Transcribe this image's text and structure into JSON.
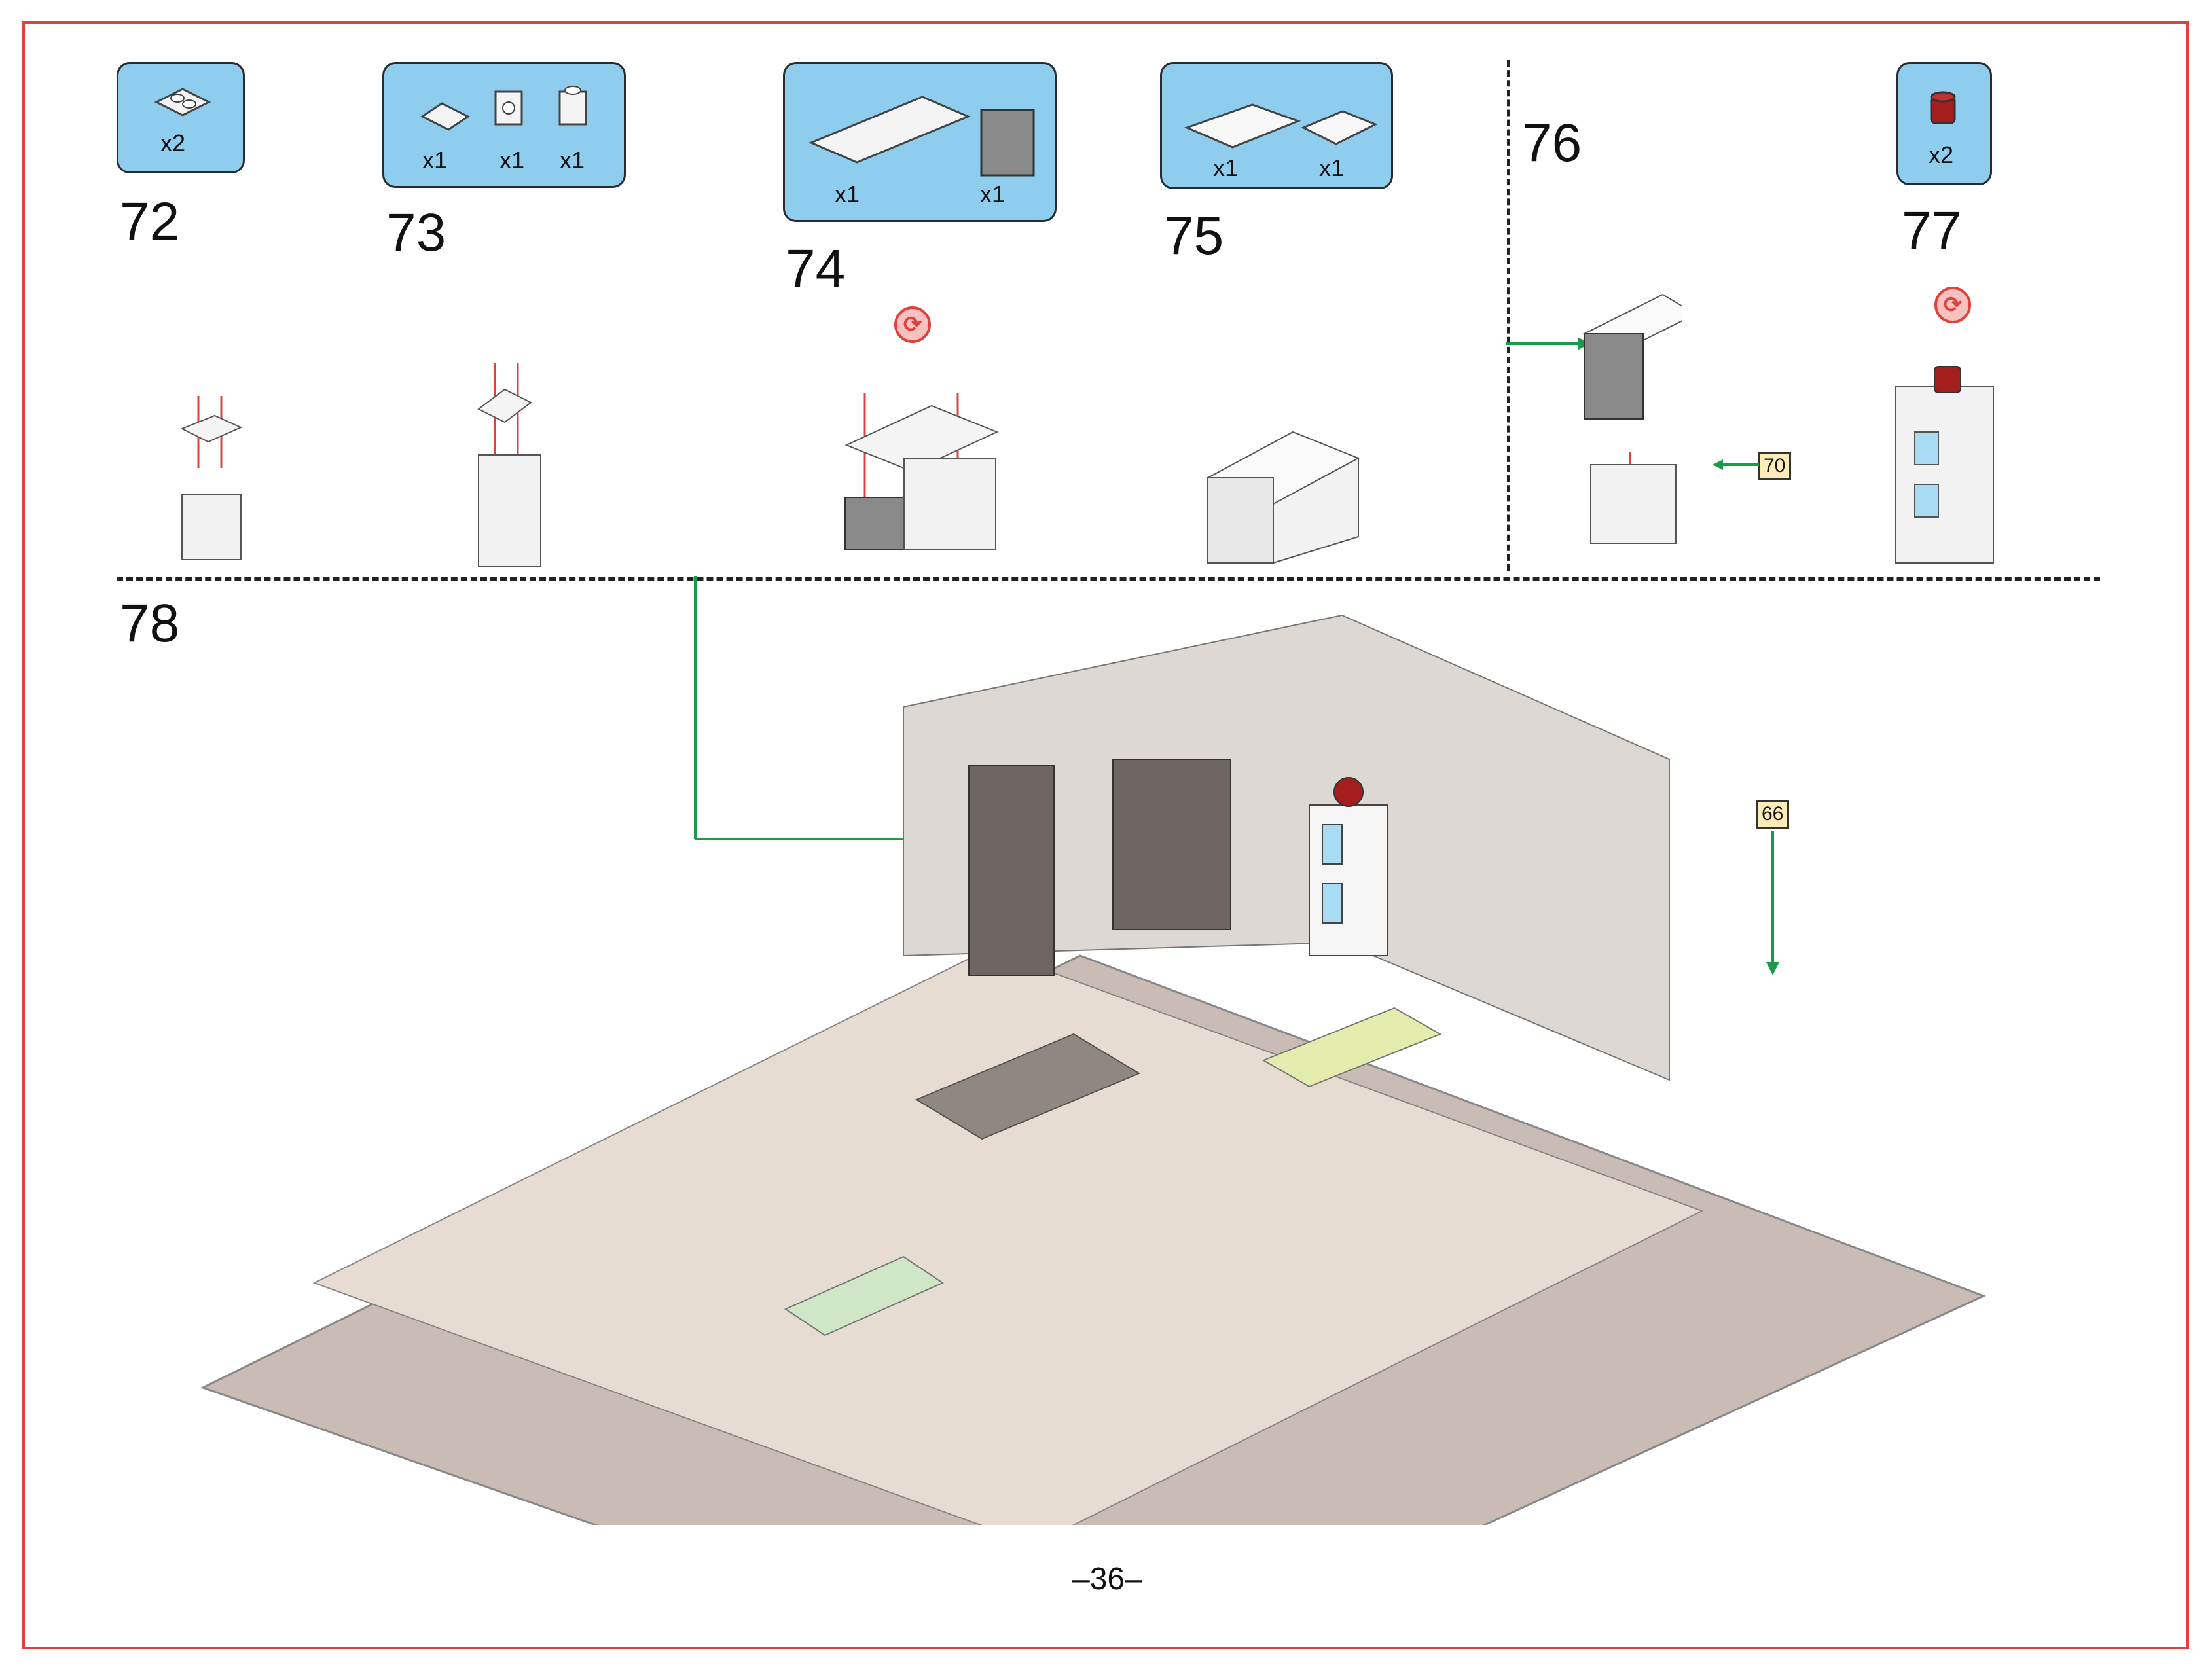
{
  "page": {
    "number": "–36–"
  },
  "colors": {
    "frame": "#e0413e",
    "parts_bg": "#8ecdee",
    "arrow_red": "#e0413e",
    "arrow_green": "#1a9a4a",
    "ref_bg": "#fbecb8"
  },
  "steps": [
    {
      "number": "72",
      "parts": [
        {
          "qty": "x2",
          "icon": "plate-1x2-icon"
        }
      ]
    },
    {
      "number": "73",
      "parts": [
        {
          "qty": "x1",
          "icon": "slope-tile-icon"
        },
        {
          "qty": "x1",
          "icon": "brick-side-stud-icon"
        },
        {
          "qty": "x1",
          "icon": "brick-1x1-icon"
        }
      ]
    },
    {
      "number": "74",
      "parts": [
        {
          "qty": "x1",
          "icon": "plate-2x6-icon"
        },
        {
          "qty": "x1",
          "icon": "brick-2x2-dark-icon"
        }
      ]
    },
    {
      "number": "75",
      "parts": [
        {
          "qty": "x1",
          "icon": "tile-2x4-icon"
        },
        {
          "qty": "x1",
          "icon": "tile-2x2-icon"
        }
      ]
    },
    {
      "number": "76",
      "parts": []
    },
    {
      "number": "77",
      "parts": [
        {
          "qty": "x2",
          "icon": "red-cup-icon"
        }
      ]
    },
    {
      "number": "78",
      "parts": []
    }
  ],
  "refs": {
    "ref_70": "70",
    "ref_66": "66"
  }
}
